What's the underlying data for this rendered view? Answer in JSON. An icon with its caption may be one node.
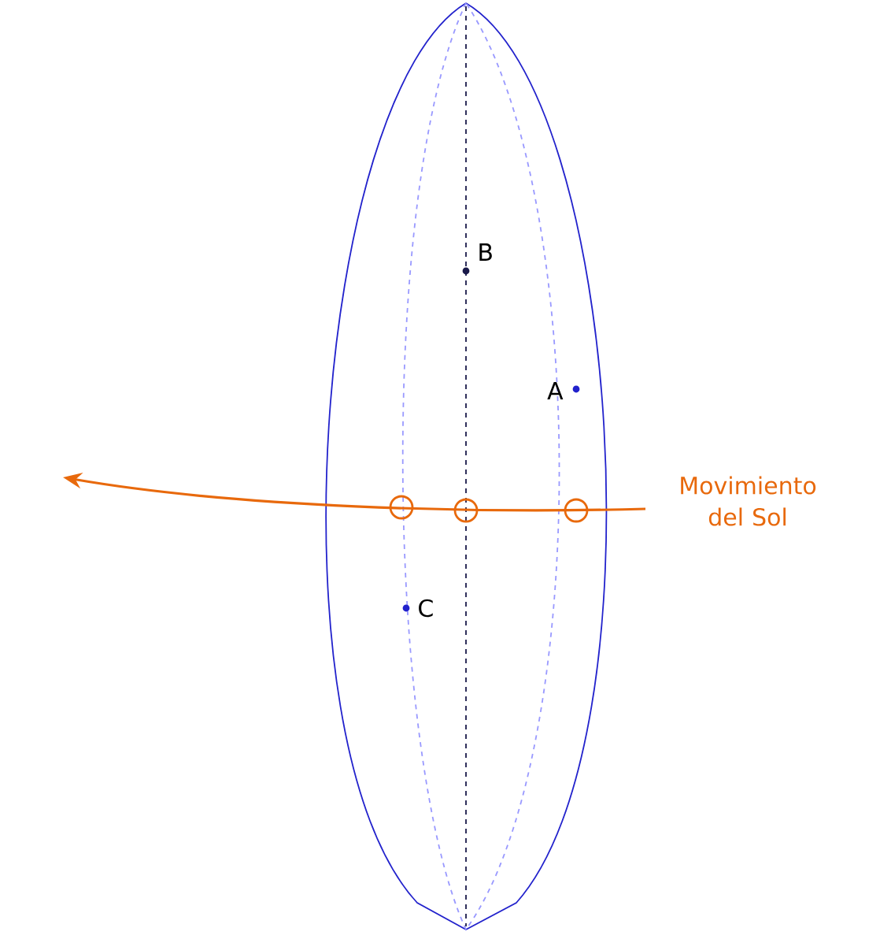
{
  "diagram": {
    "labels": [
      "B",
      "A",
      "C",
      "Movimiento del Sol"
    ]
  }
}
